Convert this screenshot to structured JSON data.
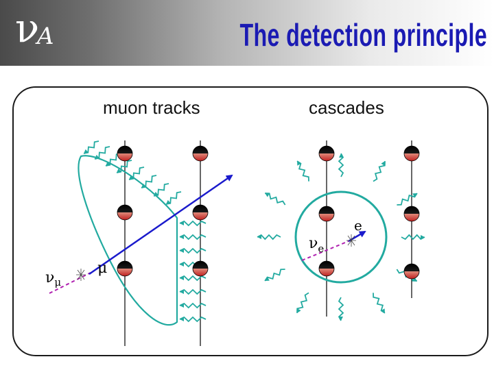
{
  "header": {
    "logo": {
      "nu": "ν",
      "a": "A"
    },
    "title": "The detection principle"
  },
  "panels": {
    "muon_label": "muon tracks",
    "cascade_label": "cascades"
  },
  "symbols": {
    "nu_mu": {
      "base": "ν",
      "sub": "μ"
    },
    "mu": "μ",
    "nu_e": {
      "base": "ν",
      "sub": "e"
    },
    "e": "e"
  },
  "colors": {
    "title": "#1b1bb3",
    "track": "#1a1acc",
    "cherenkov": "#22aaa0",
    "neutrino": "#b020b0",
    "pmt_top": "#111111",
    "pmt_bottom": "#d43030"
  }
}
